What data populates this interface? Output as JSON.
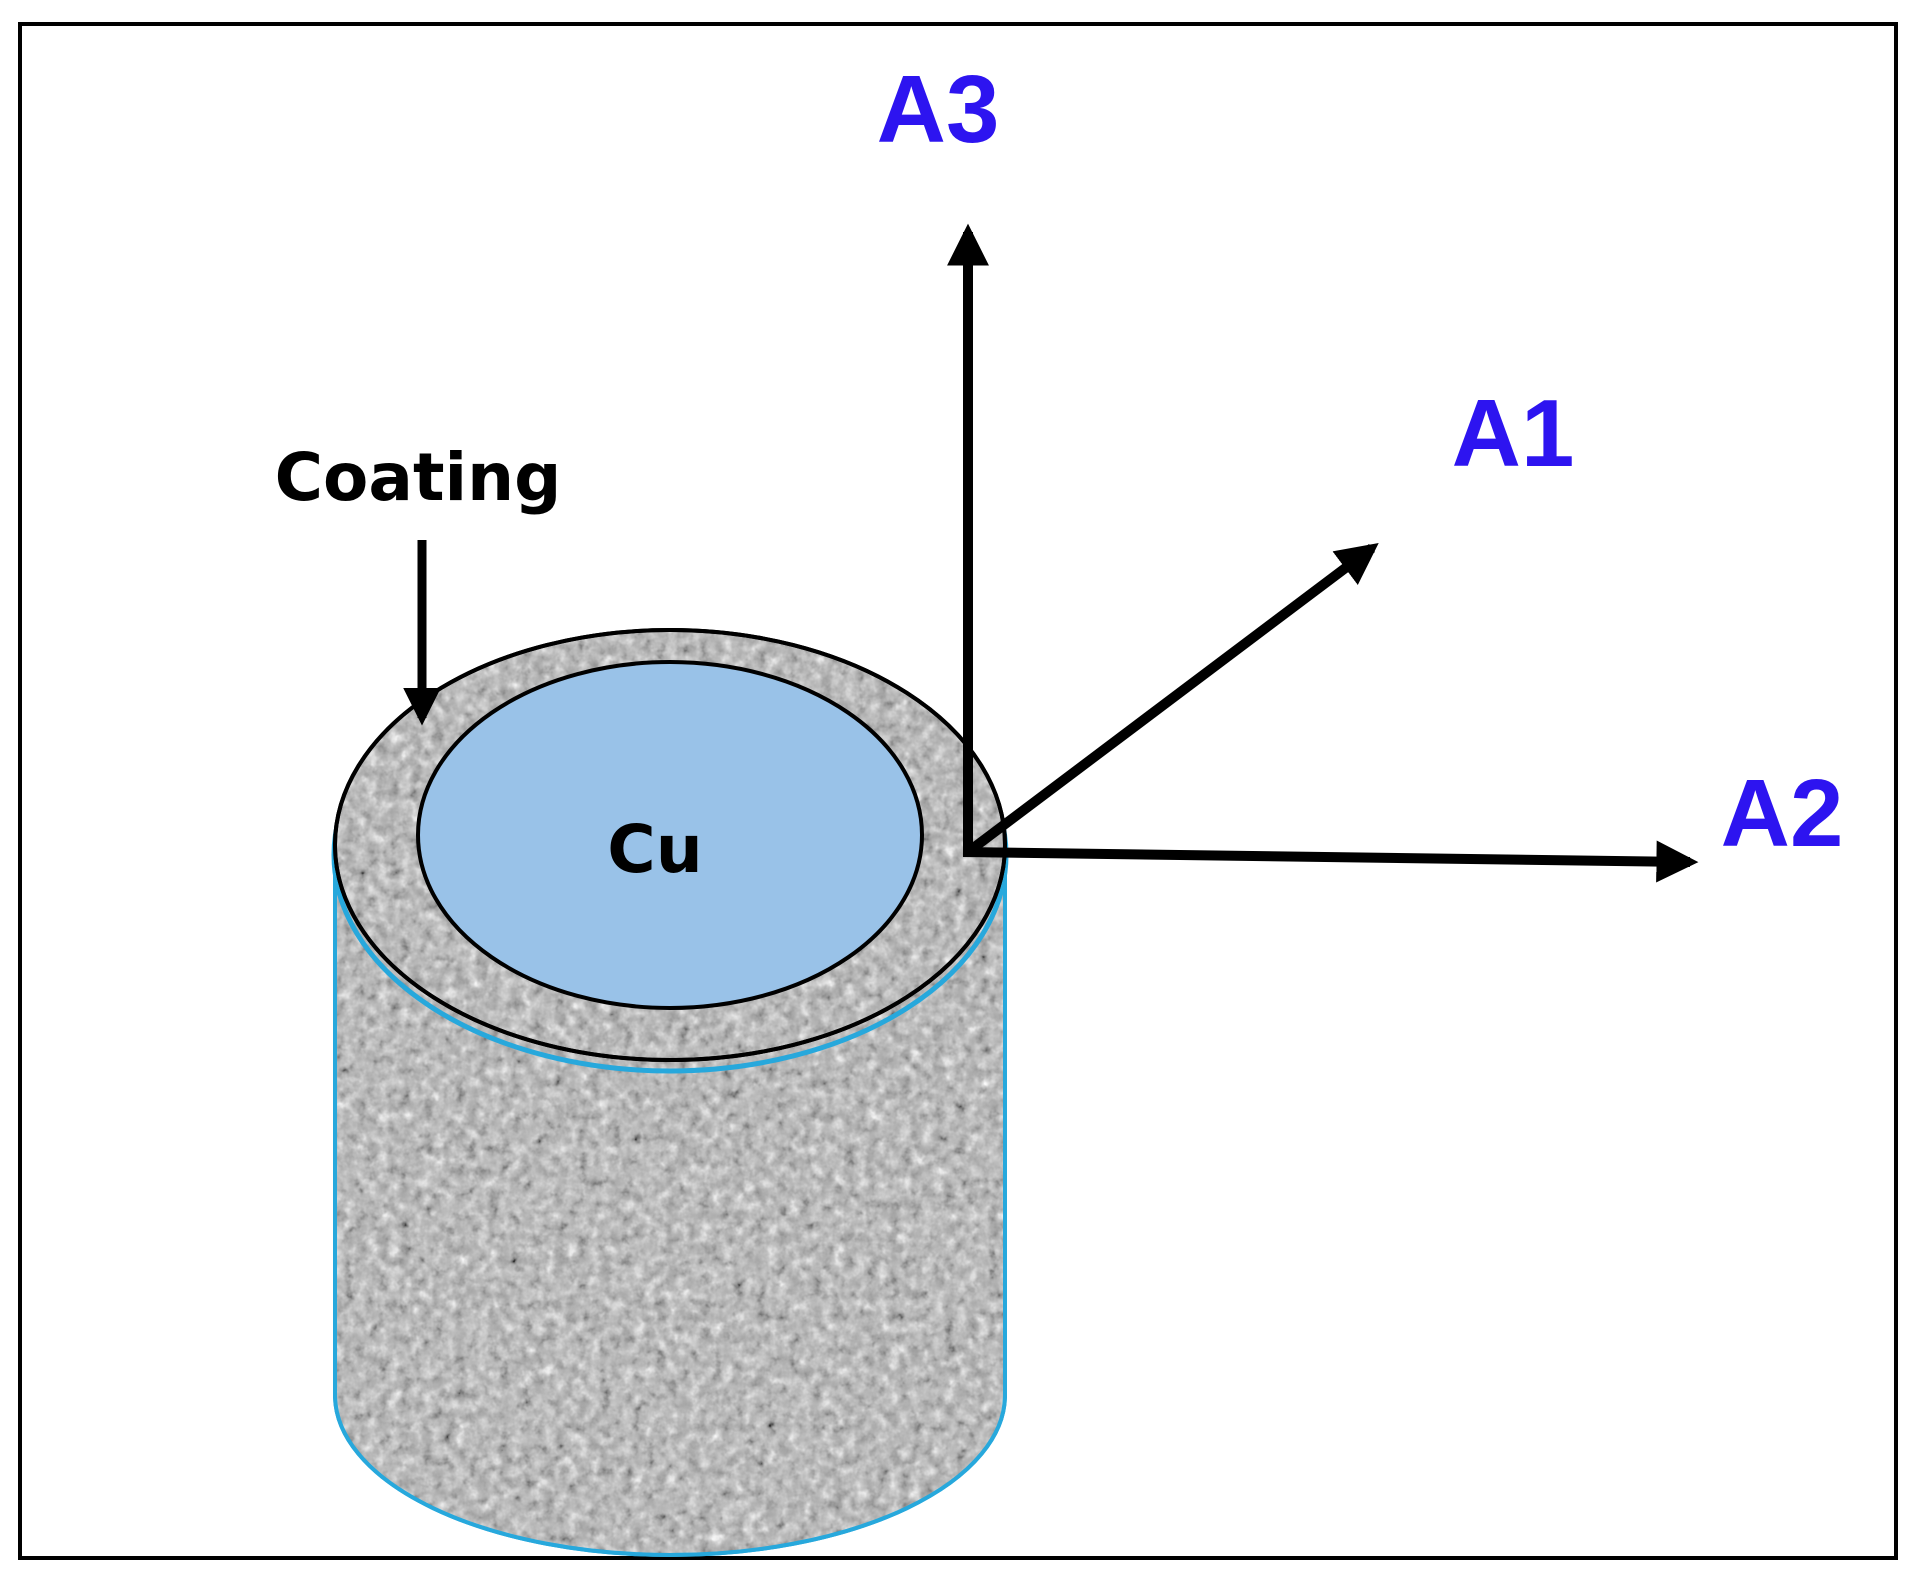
{
  "labels": {
    "coating": "Coating",
    "core": "Cu",
    "axis_a1": "A1",
    "axis_a2": "A2",
    "axis_a3": "A3"
  },
  "colors": {
    "axis_label": "#2d14f0",
    "core_fill": "#99c2e8",
    "coating_fill": "#a9a9a9",
    "outline_cyan": "#27a8dc",
    "stroke": "#000000",
    "frame": "#000000"
  }
}
